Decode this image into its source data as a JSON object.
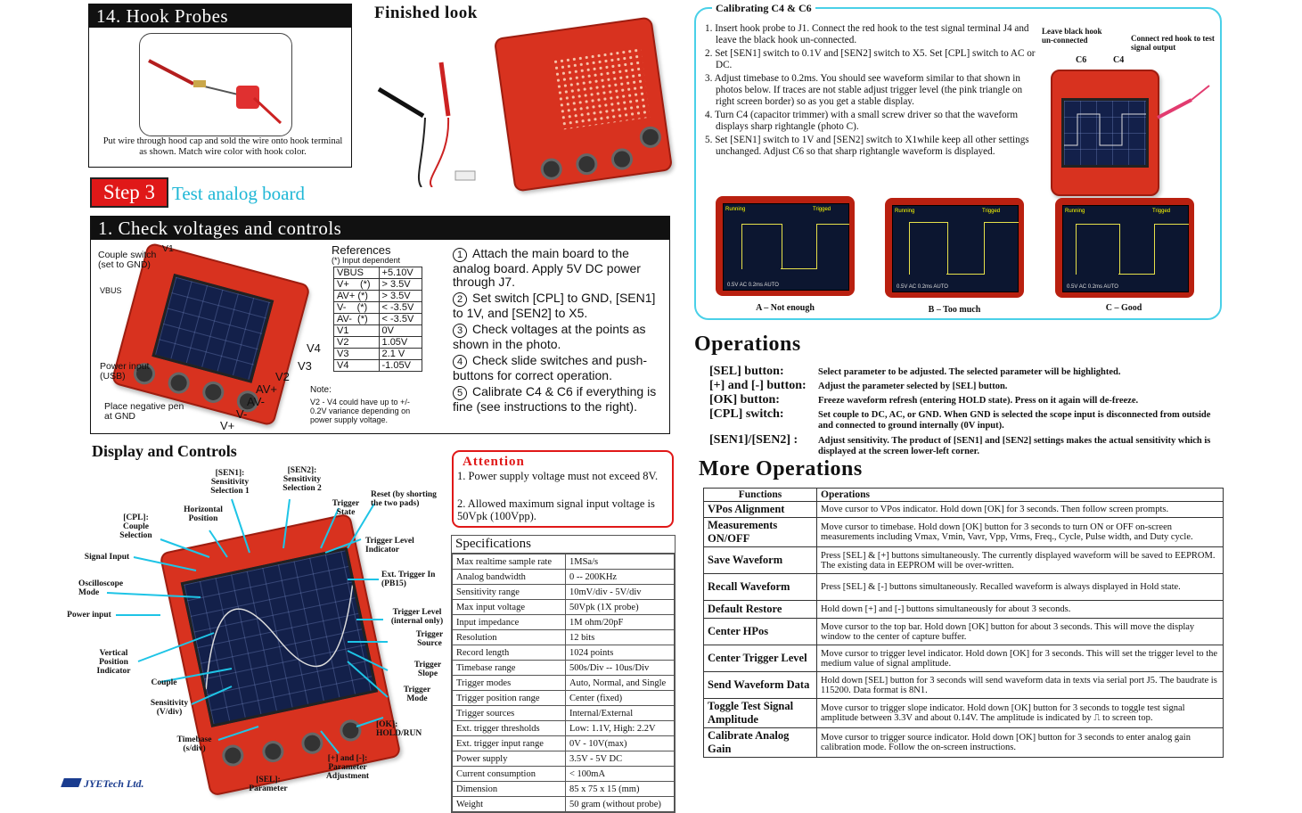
{
  "hook": {
    "title": "14. Hook Probes",
    "caption": "Put wire through hood cap and sold the wire onto hook terminal as shown. Match wire color with hook color.",
    "finished": "Finished look"
  },
  "step3": {
    "badge": "Step 3",
    "title": "Test analog board"
  },
  "check": {
    "title": "1. Check voltages and controls",
    "photo_labels": [
      "Couple switch (set to GND)",
      "V1",
      "VBUS",
      "Power input (USB)",
      "Place negative pen at GND",
      "V4",
      "V3",
      "V2",
      "AV+",
      "AV-",
      "V-",
      "V+"
    ],
    "references_title": "References",
    "references_sub": "(*) Input dependent",
    "references": [
      [
        "VBUS",
        "+5.10V"
      ],
      [
        "V+    (*)",
        "> 3.5V"
      ],
      [
        "AV+ (*)",
        "> 3.5V"
      ],
      [
        "V-    (*)",
        "< -3.5V"
      ],
      [
        "AV-  (*)",
        "< -3.5V"
      ],
      [
        "V1",
        "0V"
      ],
      [
        "V2",
        "1.05V"
      ],
      [
        "V3",
        "2.1 V"
      ],
      [
        "V4",
        "-1.05V"
      ]
    ],
    "note_title": "Note:",
    "note": "V2 - V4 could have up to +/- 0.2V variance depending on power supply voltage.",
    "steps": [
      {
        "n": "1",
        "text": "Attach the main board to the analog board. Apply 5V DC power through J7."
      },
      {
        "n": "2",
        "text": "Set switch [CPL] to GND, [SEN1] to 1V, and [SEN2] to X5."
      },
      {
        "n": "3",
        "text": "Check voltages at the points as shown in the photo."
      },
      {
        "n": "4",
        "text": "Check slide switches and push-buttons for correct operation."
      },
      {
        "n": "5",
        "text": "Calibrate C4 & C6 if everything is fine (see instructions to the right)."
      }
    ]
  },
  "display": {
    "title": "Display and Controls",
    "labels": {
      "sen1": "[SEN1]: Sensitivity Selection 1",
      "sen2": "[SEN2]: Sensitivity Selection 2",
      "hpos": "Horizontal Position",
      "cpl": "[CPL]: Couple Selection",
      "trigstate": "Trigger State",
      "reset": "Reset (by shorting the two pads)",
      "signal": "Signal Input",
      "osc": "Oscilloscope Mode",
      "power": "Power input",
      "vpos": "Vertical Position Indicator",
      "couple": "Couple",
      "sens": "Sensitivity (V/div)",
      "timebase": "Timebase (s/div)",
      "sel": "[SEL]: Parameter",
      "pm": "[+] and [-]: Parameter Adjustment",
      "ok": "[OK]: HOLD/RUN",
      "trigmode": "Trigger Mode",
      "trigslope": "Trigger Slope",
      "trigsrc": "Trigger Source",
      "triglevel": "Trigger Level (internal only)",
      "exttrig": "Ext. Trigger In (PB15)",
      "trigind": "Trigger Level Indicator"
    },
    "logo": "JYETech Ltd."
  },
  "attention": {
    "title": "Attention",
    "items": [
      "1. Power supply voltage must not exceed 8V.",
      "2. Allowed maximum signal input voltage is 50Vpk (100Vpp)."
    ]
  },
  "specs": {
    "title": "Specifications",
    "rows": [
      [
        "Max realtime sample rate",
        "1MSa/s"
      ],
      [
        "Analog bandwidth",
        "0 -- 200KHz"
      ],
      [
        "Sensitivity range",
        "10mV/div - 5V/div"
      ],
      [
        "Max input voltage",
        "50Vpk (1X probe)"
      ],
      [
        "Input impedance",
        "1M ohm/20pF"
      ],
      [
        "Resolution",
        "12 bits"
      ],
      [
        "Record length",
        "1024 points"
      ],
      [
        "Timebase range",
        "500s/Div -- 10us/Div"
      ],
      [
        "Trigger modes",
        "Auto, Normal, and Single"
      ],
      [
        "Trigger position range",
        "Center (fixed)"
      ],
      [
        "Trigger sources",
        "Internal/External"
      ],
      [
        "Ext. trigger thresholds",
        "Low: 1.1V,  High: 2.2V"
      ],
      [
        "Ext. trigger input range",
        "0V - 10V(max)"
      ],
      [
        "Power supply",
        "3.5V - 5V DC"
      ],
      [
        "Current consumption",
        "< 100mA"
      ],
      [
        "Dimension",
        "85 x 75 x 15 (mm)"
      ],
      [
        "Weight",
        "50 gram (without probe)"
      ]
    ]
  },
  "calib": {
    "title": "Calibrating C4 & C6",
    "steps": [
      "1. Insert hook probe to J1. Connect the red hook to the test signal terminal J4 and leave the black hook un-connected.",
      "2. Set [SEN1] switch to 0.1V and [SEN2] switch to X5. Set [CPL] switch to AC or DC.",
      "3. Adjust timebase to 0.2ms. You should see waveform similar to that shown in photos below. If traces are not stable adjust trigger level (the pink triangle on right screen border) so as you get a stable display.",
      "4. Turn C4 (capacitor trimmer) with a small screw driver so that the waveform displays sharp rightangle (photo C).",
      "5. Set [SEN1] switch to 1V and [SEN2] switch to X1while keep all other settings unchanged. Adjust C6 so that sharp rightangle waveform is displayed."
    ],
    "photo_labels": {
      "black": "Leave black hook un-connected",
      "red": "Connect red hook to test signal output",
      "c6": "C6",
      "c4": "C4"
    },
    "shots": [
      {
        "caption": "A – Not enough",
        "status": "Running",
        "trig": "Trigged",
        "scale": "0.5V",
        "cpl": "AC",
        "tb": "0.2ms",
        "mode": "AUTO"
      },
      {
        "caption": "B – Too much",
        "status": "Running",
        "trig": "Trigged",
        "scale": "0.5V",
        "cpl": "AC",
        "tb": "0.2ms",
        "mode": "AUTO"
      },
      {
        "caption": "C – Good",
        "status": "Running",
        "trig": "Trigged",
        "scale": "0.5V",
        "cpl": "AC",
        "tb": "0.2ms",
        "mode": "AUTO"
      }
    ]
  },
  "operations": {
    "title": "Operations",
    "rows": [
      [
        "[SEL] button:",
        "Select parameter to be adjusted. The selected parameter will be highlighted."
      ],
      [
        "[+] and [-] button:",
        "Adjust the parameter selected by [SEL] button."
      ],
      [
        "[OK] button:",
        "Freeze waveform refresh (entering HOLD state). Press on it again will de-freeze."
      ],
      [
        "[CPL] switch:",
        "Set couple to DC, AC, or GND. When GND is selected the scope input is disconnected from outside and connected to ground internally (0V input)."
      ],
      [
        "[SEN1]/[SEN2] :",
        "Adjust sensitivity. The product of [SEN1] and [SEN2] settings makes the actual sensitivity which is displayed at the screen lower-left corner."
      ]
    ]
  },
  "more": {
    "title": "More Operations",
    "head": [
      "Functions",
      "Operations"
    ],
    "rows": [
      [
        "VPos Alignment",
        "Move cursor to VPos indicator. Hold down [OK] for 3 seconds. Then follow screen prompts."
      ],
      [
        "Measurements ON/OFF",
        "Move cursor to timebase. Hold down [OK] button for 3 seconds to turn ON or OFF on-screen measurements including Vmax, Vmin, Vavr, Vpp, Vrms, Freq., Cycle, Pulse width, and Duty cycle."
      ],
      [
        "Save Waveform",
        "Press [SEL] & [+] buttons simultaneously. The currently displayed waveform will be saved to EEPROM. The existing data in EEPROM will be over-written."
      ],
      [
        "Recall Waveform",
        "Press [SEL] & [-] buttons simultaneously. Recalled waveform is always displayed in Hold state."
      ],
      [
        "Default Restore",
        "Hold down [+] and [-] buttons simultaneously for about 3 seconds."
      ],
      [
        "Center HPos",
        "Move cursor to the top bar. Hold down [OK] button for about 3 seconds. This will move the display window to the center of capture buffer."
      ],
      [
        "Center Trigger Level",
        "Move cursor to trigger level indicator. Hold down [OK] for 3 seconds. This will set the trigger level to the medium value of signal amplitude."
      ],
      [
        "Send Waveform Data",
        "Hold down [SEL] button for 3 seconds will send waveform data in texts via serial port J5. The baudrate is 115200. Data format is 8N1."
      ],
      [
        "Toggle Test Signal Amplitude",
        "Move cursor to trigger slope indicator. Hold down [OK] button for 3 seconds to toggle test signal amplitude between 3.3V and about 0.14V. The amplitude is indicated by ⎍ to screen top."
      ],
      [
        "Calibrate Analog Gain",
        "Move cursor to trigger source indicator. Hold down [OK] button for 3 seconds to enter analog gain calibration mode. Follow the on-screen instructions."
      ]
    ]
  }
}
